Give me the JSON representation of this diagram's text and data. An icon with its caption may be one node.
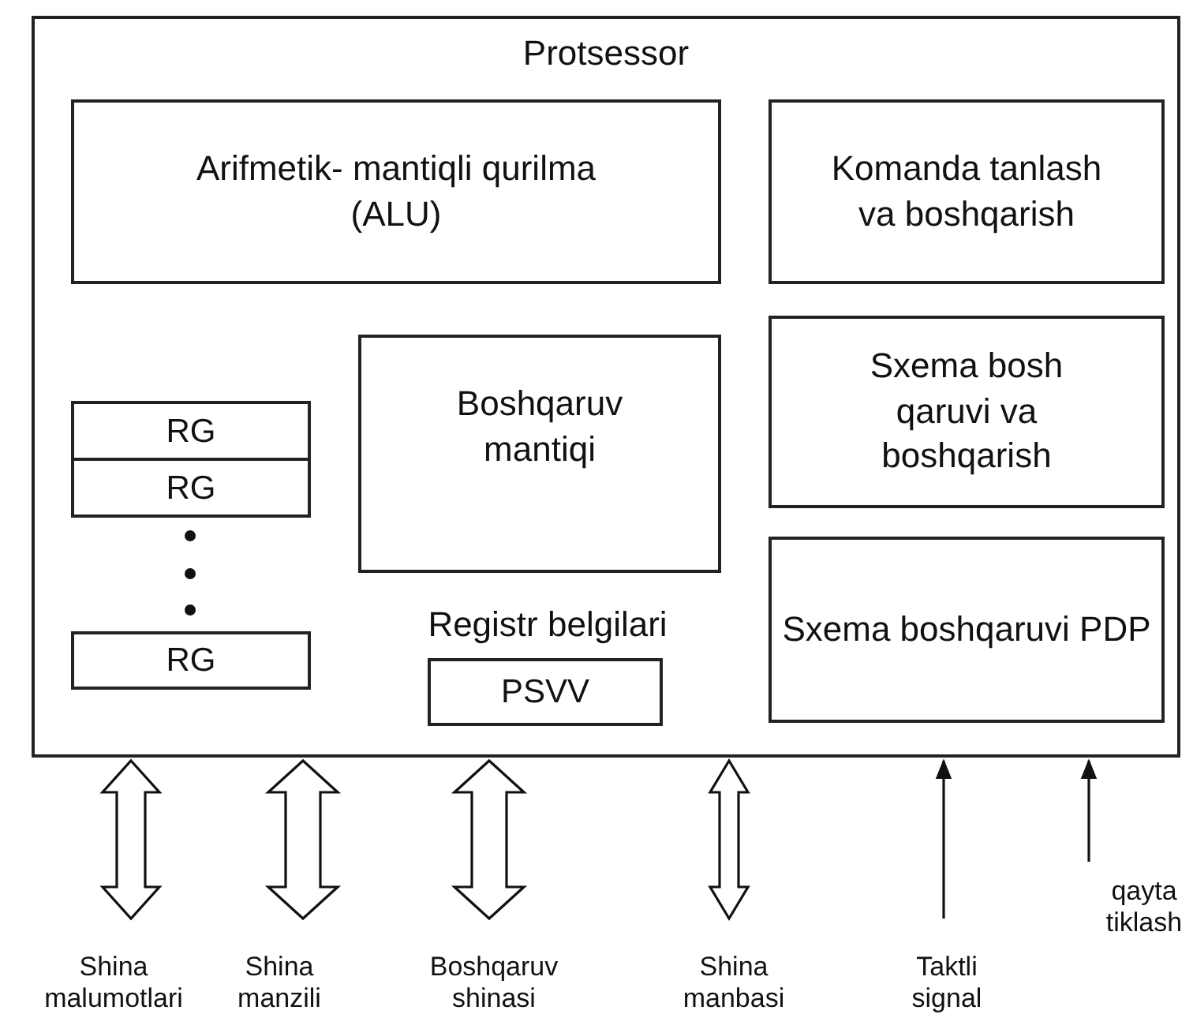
{
  "diagram": {
    "nodes": [
      {
        "text": [
          "Protsessor"
        ]
      },
      {
        "text": [
          "Arifmetik- mantiqli qurilma (ALU)"
        ],
        "in": 0
      },
      {
        "text": [
          "Komanda tanlash va boshqarish"
        ],
        "in": 0
      },
      {
        "text": [
          "Sxema bosh qaruvi va boshqarish"
        ],
        "in": 0
      },
      {
        "text": [
          "RG"
        ],
        "in": 0
      },
      {
        "text": [
          "RG"
        ],
        "in": 0
      },
      {
        "text": [
          "Boshqaruv mantiqi"
        ],
        "in": 0
      },
      {
        "text": [
          "Sxema boshqaruvi PDP"
        ],
        "in": 0
      },
      {
        "text": [
          "RG"
        ],
        "in": 0
      },
      {
        "text": [
          "PSVV"
        ],
        "in": 0,
        "beside": [
          "Registr belgilari"
        ]
      },
      {
        "text": [
          "Shina malumotlari"
        ]
      },
      {
        "text": [
          "Shina manzili"
        ]
      },
      {
        "text": [
          "Boshqaruv shinasi"
        ]
      },
      {
        "text": [
          "Shina manbasi"
        ]
      },
      {
        "text": [
          "Taktli signal"
        ]
      },
      {
        "text": [
          "qayta tiklash"
        ]
      }
    ],
    "edges": [
      {
        "from": 10,
        "to": 0,
        "arrow": "both",
        "style": "thick"
      },
      {
        "from": 11,
        "to": 0,
        "arrow": "both",
        "style": "thick"
      },
      {
        "from": 12,
        "to": 0,
        "arrow": "both",
        "style": "thick"
      },
      {
        "from": 13,
        "to": 0,
        "arrow": "both",
        "style": "thick"
      },
      {
        "from": 14,
        "to": 0,
        "arrow": "to"
      },
      {
        "from": 15,
        "to": 0,
        "arrow": "to"
      }
    ]
  }
}
